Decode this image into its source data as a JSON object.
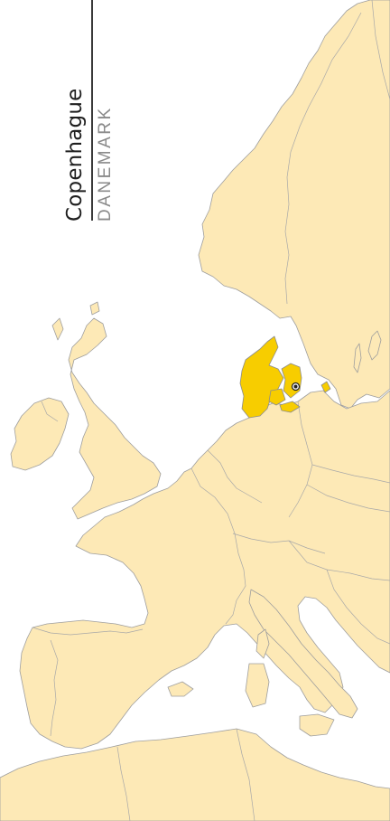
{
  "map": {
    "city_name": "Copenhague",
    "country_name": "DANEMARK",
    "colors": {
      "land": "#fde9b6",
      "highlight": "#f7cd00",
      "border": "#9e9e9e",
      "background": "#ffffff",
      "title_text": "#1e1e1e",
      "subtitle_text": "#8a8a8a"
    },
    "highlighted_country": "denmark",
    "marker_icon": "city-dot-icon"
  }
}
